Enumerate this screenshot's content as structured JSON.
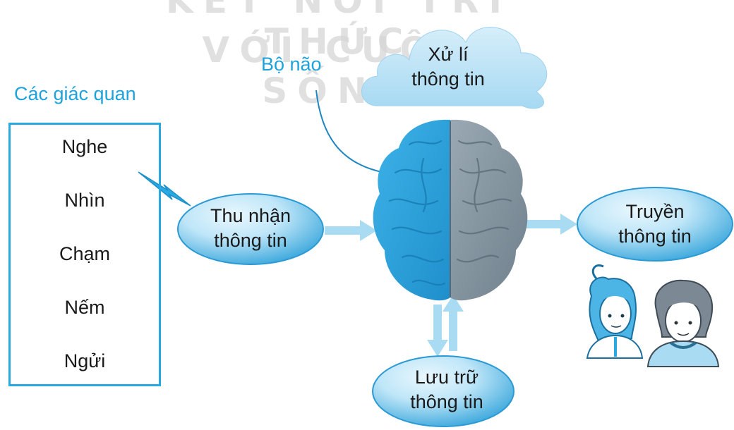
{
  "watermark": {
    "line1": "KẾT NỐI TRI THỨC",
    "line2": "VỚI CUỘC SỐNG"
  },
  "senses": {
    "title": "Các giác quan",
    "items": [
      "Nghe",
      "Nhìn",
      "Chạm",
      "Nếm",
      "Ngửi"
    ]
  },
  "brain_label": "Bộ não",
  "nodes": {
    "process": [
      "Xử lí",
      "thông tin"
    ],
    "receive": [
      "Thu nhận",
      "thông tin"
    ],
    "transmit": [
      "Truyền",
      "thông tin"
    ],
    "store": [
      "Lưu trữ",
      "thông tin"
    ]
  },
  "colors": {
    "accent": "#29a9e1",
    "bubble_light": "#bfe6f8",
    "bubble_dark": "#3aa7dc",
    "cloud": "#b8e2f6",
    "brain_left": "#2fa4dd",
    "brain_right": "#8a9aa6",
    "arrow": "#a9dbf3"
  },
  "icons": [
    "brain-icon",
    "cloud-icon",
    "girl-icon",
    "woman-icon",
    "lightning-connector-icon"
  ]
}
